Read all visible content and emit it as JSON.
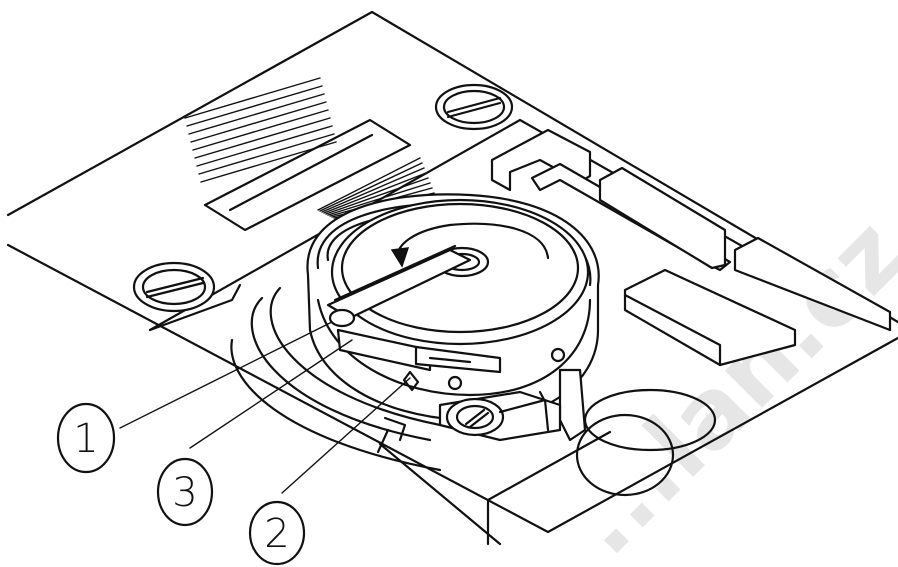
{
  "callouts": [
    {
      "id": "1",
      "label": "1"
    },
    {
      "id": "3",
      "label": "3"
    },
    {
      "id": "2",
      "label": "2"
    }
  ],
  "watermark": "...lan.cz",
  "colors": {
    "line": "#111111",
    "background": "#ffffff",
    "watermark": "#e6e6e6"
  }
}
